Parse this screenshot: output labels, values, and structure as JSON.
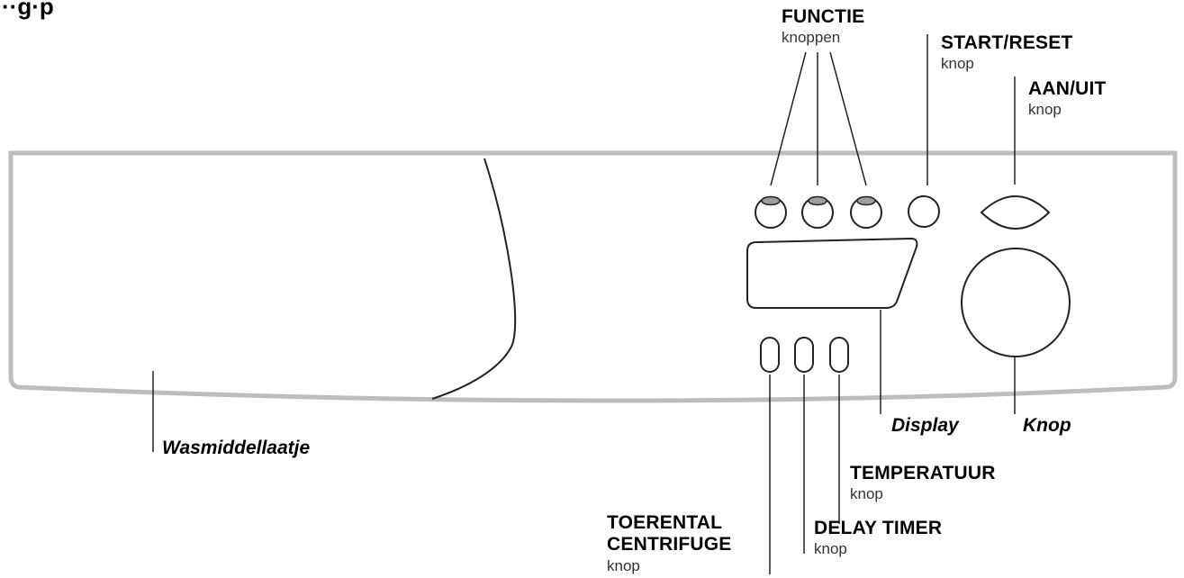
{
  "labels": {
    "partial_title": "··g·p",
    "functie_title": "FUNCTIE",
    "functie_sub": "knoppen",
    "start_title": "START/RESET",
    "start_sub": "knop",
    "aanuit_title": "AAN/UIT",
    "aanuit_sub": "knop",
    "display": "Display",
    "knop": "Knop",
    "wasmiddel": "Wasmiddellaatje",
    "temperatuur_title": "TEMPERATUUR",
    "temperatuur_sub": "knop",
    "delay_title": "DELAY TIMER",
    "delay_sub": "knop",
    "toerental_title_1": "TOERENTAL",
    "toerental_title_2": "CENTRIFUGE",
    "toerental_sub": "knop"
  },
  "colors": {
    "panel_stroke": "#bdbdbd",
    "line": "#222222",
    "accent_cap": "#9e9e9e"
  }
}
